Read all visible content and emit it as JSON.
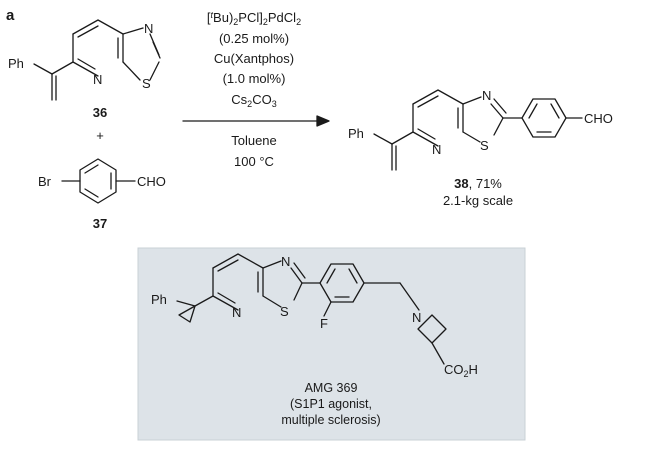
{
  "panel_label": "a",
  "reactant_1": {
    "compound_number": "36",
    "substituent": "Ph",
    "atoms": {
      "n_ring": "N",
      "n_thiazole": "N",
      "s": "S"
    }
  },
  "plus_sign": "+",
  "reactant_2": {
    "compound_number": "37",
    "left_group": "Br",
    "right_group": "CHO"
  },
  "conditions": {
    "catalyst_line1_prefix": "[",
    "catalyst_line1_t": "t",
    "catalyst_line1_rest": "Bu)",
    "catalyst_line1_sub": "2",
    "catalyst_line1_mid": "PCl]",
    "catalyst_line1_sub2": "2",
    "catalyst_line1_end": "PdCl",
    "catalyst_line1_sub3": "2",
    "catalyst_loading": "(0.25 mol%)",
    "cocatalyst": "Cu(Xantphos)",
    "cocatalyst_loading": "(1.0 mol%)",
    "base_main": "Cs",
    "base_sub": "2",
    "base_mid": "CO",
    "base_sub2": "3",
    "solvent": "Toluene",
    "temperature": "100 °C"
  },
  "product": {
    "compound_number": "38",
    "yield": ", 71%",
    "scale": "2.1-kg scale",
    "substituent": "Ph",
    "right_group": "CHO",
    "atoms": {
      "n_ring": "N",
      "n_thiazole": "N",
      "s": "S"
    }
  },
  "amg": {
    "substituent": "Ph",
    "atoms": {
      "n_ring": "N",
      "n_thiazole": "N",
      "s": "S",
      "f": "F",
      "n_azetidine": "N"
    },
    "acid_main": "CO",
    "acid_sub": "2",
    "acid_end": "H",
    "caption_line1": "AMG 369",
    "caption_line2": "(S1P1 agonist,",
    "caption_line3": "multiple sclerosis)"
  },
  "colors": {
    "panel_background": "#dde3e8",
    "panel_border": "#c9d0d6",
    "ink": "#1a1a1a"
  }
}
